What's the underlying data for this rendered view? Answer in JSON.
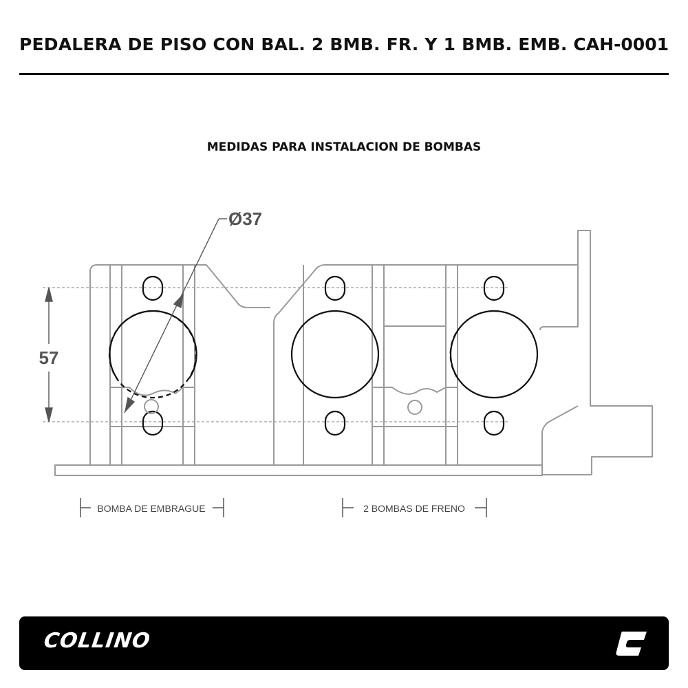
{
  "header": {
    "title": "PEDALERA DE PISO CON BAL. 2 BMB. FR. Y 1 BMB. EMB.",
    "code": "CAH-0001"
  },
  "diagram": {
    "subtitle": "MEDIDAS PARA INSTALACION DE BOMBAS",
    "diameter_label": "Ø37",
    "height_label": "57",
    "left_group_label": "BOMBA DE EMBRAGUE",
    "right_group_label": "2 BOMBAS DE FRENO",
    "line_color": "#9a9a9a",
    "dim_color": "#555555"
  },
  "footer": {
    "brand": "COLLINO",
    "logo_icon": "collino-c-logo-icon",
    "background": "#000000"
  }
}
